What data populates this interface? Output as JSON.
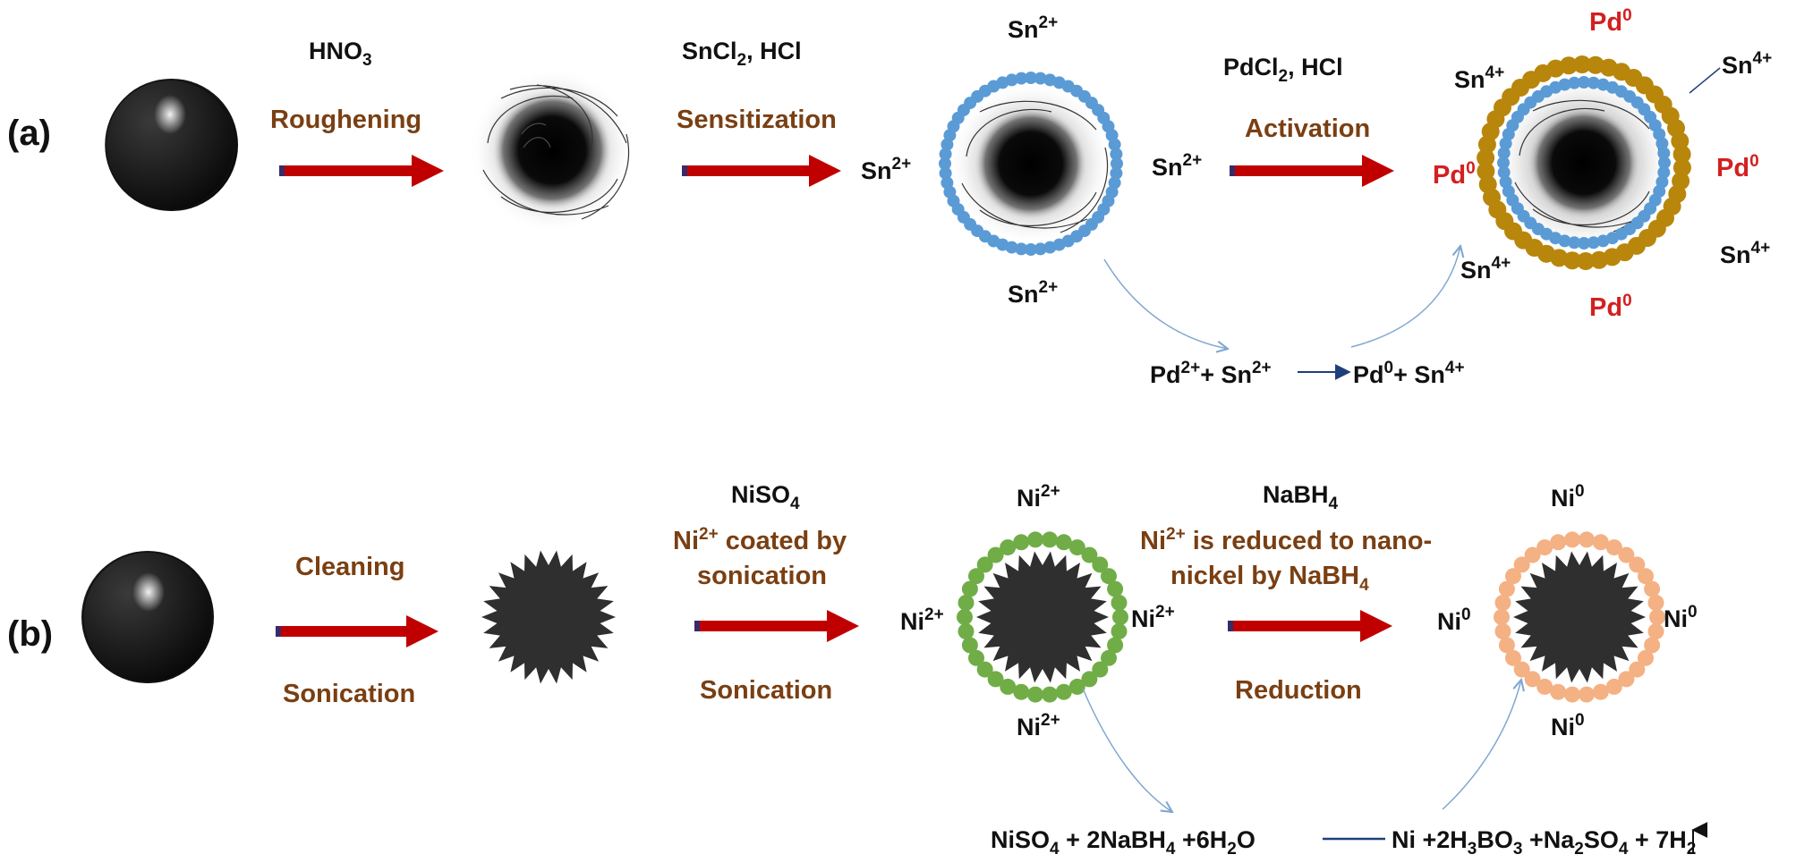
{
  "panels": {
    "a": {
      "label": "(a)",
      "step1": {
        "reagent": "HNO",
        "reagent_sub": "3",
        "name": "Roughening"
      },
      "step2": {
        "reagent_a": "SnCl",
        "reagent_a_sub": "2",
        "reagent_b": ", HCl",
        "name": "Sensitization"
      },
      "step3": {
        "reagent_a": "PdCl",
        "reagent_a_sub": "2",
        "reagent_b": ", HCl",
        "name": "Activation"
      },
      "sn_ion": "Sn",
      "sn2_charge": "2+",
      "sn4_charge": "4+",
      "pd_ion": "Pd",
      "pd0_charge": "0",
      "equation": {
        "pd": "Pd",
        "pd2": "2+",
        "plus1": "+ Sn",
        "sn2": "2+",
        "pd_b": "Pd",
        "pd0": "0",
        "plus2": "+ Sn",
        "sn4": "4+"
      }
    },
    "b": {
      "label": "(b)",
      "step1": {
        "name": "Cleaning",
        "method": "Sonication"
      },
      "step2": {
        "reagent": "NiSO",
        "reagent_sub": "4",
        "desc_a": "Ni",
        "desc_a_sup": "2+",
        "desc_b": " coated by",
        "desc_c": "sonication",
        "method": "Sonication"
      },
      "step3": {
        "reagent": "NaBH",
        "reagent_sub": "4",
        "desc_a": "Ni",
        "desc_a_sup": "2+",
        "desc_b": " is reduced to nano-",
        "desc_c": "nickel by NaBH",
        "desc_c_sub": "4",
        "method": "Reduction"
      },
      "ni_ion": "Ni",
      "ni2_charge": "2+",
      "ni0_charge": "0",
      "equation": {
        "t1": "NiSO",
        "s1": "4",
        "t2": " + 2NaBH",
        "s2": "4",
        "t3": " +6H",
        "s3": "2",
        "t4": "O",
        "t5": "Ni +2H",
        "s5": "3",
        "t6": "BO",
        "s6": "3",
        "t7": " +Na",
        "s7": "2",
        "t8": "SO",
        "s8": "4",
        "t9": " + 7H",
        "s9": "2"
      }
    }
  },
  "colors": {
    "arrow": "#c00000",
    "step_text": "#7a3f12",
    "pd_text": "#d32020",
    "sn_dot": "#5b9bd5",
    "pd_dot": "#b8860b",
    "ni2_dot": "#70ad47",
    "ni0_dot": "#f4b183",
    "curve": "#7fa7d0",
    "particle": "#1a1a1a"
  }
}
